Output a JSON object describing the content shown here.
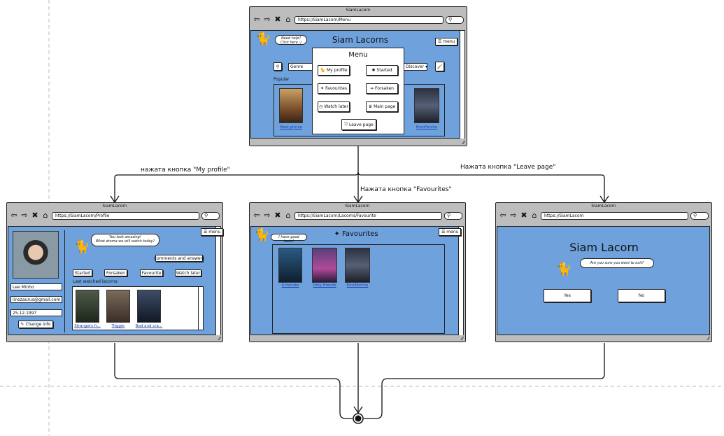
{
  "colors": {
    "content_bg": "#6fa2dc",
    "chrome": "#bdbdbd",
    "link": "#1a3fae"
  },
  "nav_icons": [
    "arrow-left-icon",
    "arrow-right-icon",
    "close-icon",
    "home-icon"
  ],
  "menu_window": {
    "title": "SiamLacorn",
    "url": "https://SiamLacorn/Menu",
    "app_title": "Siam Lacorns",
    "help_bubble": "Need help?\nClick here ;)",
    "menu_label": "menu",
    "genre_label": "Genre",
    "discover_label": "Discover",
    "popular_label": "Popular",
    "posters": [
      "Next prince",
      "KinnPorshe"
    ],
    "modal": {
      "title": "Menu",
      "items": [
        "My profile",
        "Started",
        "Favourites",
        "Forsaken",
        "Watch later",
        "Main page"
      ],
      "leave": "Leave page"
    }
  },
  "profile_window": {
    "title": "SiamLacorn",
    "url": "https://SiamLacorn/Profile",
    "menu_label": "menu",
    "bubble": "You look amazing!\nWhat drama we will watch today?",
    "comments_button": "Comments and answers",
    "buttons": [
      "Started",
      "Forsaken",
      "Favourite",
      "Watch later"
    ],
    "last_watched_label": "Last watched lacorns:",
    "name": "Lee Minho",
    "email": "linozaurus@gmail.com",
    "birthdate": "25.12.1997",
    "change_info": "Change info",
    "posters": [
      "Strangers fr...",
      "Trigger",
      "Bad and cra..."
    ]
  },
  "favourites_window": {
    "title": "SiamLacorn",
    "url": "https://SiamLacorn/Lacorns/Favourite",
    "menu_label": "menu",
    "bubble": "I have good taste!",
    "heading": "Favourites",
    "posters": [
      "4 minute",
      "Only friends",
      "KinnPorshe"
    ]
  },
  "exit_window": {
    "title": "SiamLacorn",
    "url": "https://SiamLacorn",
    "heading": "Siam Lacorn",
    "bubble": "Are you sure you wont to exit?",
    "yes": "Yes",
    "no": "No"
  },
  "edges": {
    "to_profile": "нажата кнопка \"My profile\"",
    "to_favourites": "Нажата кнопка \"Favourites\"",
    "to_exit": "Нажата кнопка \"Leave page\""
  }
}
